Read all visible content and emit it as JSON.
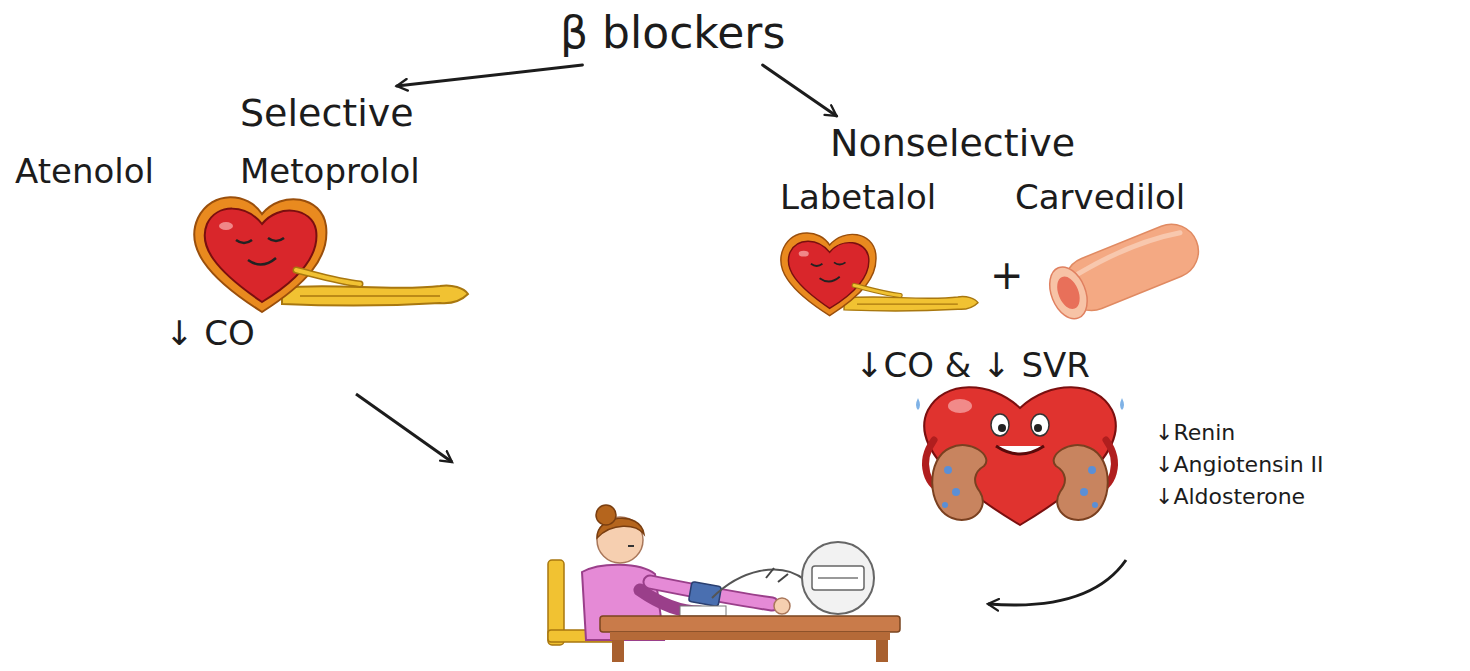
{
  "diagram": {
    "nodes": [
      {
        "text": [
          "β blockers"
        ]
      },
      {
        "text": [
          "Selective",
          "Atenolol",
          "Metoprolol"
        ]
      },
      {
        "text": [
          "Nonselective",
          "Labetalol",
          "Carvedilol"
        ]
      },
      {
        "text": [
          "↓ CO"
        ]
      },
      {
        "text": [
          "↓CO & ↓ SVR"
        ]
      },
      {
        "text": [
          "↓Renin",
          "↓Angiotensin II",
          "↓Aldosterone"
        ]
      }
    ],
    "edges": [
      {
        "from": 0,
        "to": 1,
        "arrow": "to"
      },
      {
        "from": 0,
        "to": 2,
        "arrow": "to"
      }
    ],
    "labels": [
      "+"
    ]
  }
}
